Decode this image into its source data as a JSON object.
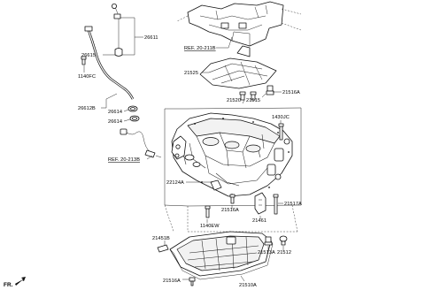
{
  "labels": {
    "l26611": "26611",
    "l26615": "26615",
    "l1140fc": "1140FC",
    "l26612b": "26612B",
    "l26614a": "26614",
    "l26614b": "26614",
    "ref2021b": "REF. 20-211B",
    "l21525": "21525",
    "l21520": "21520",
    "l21515": "21515",
    "l21516a_top": "21516A",
    "l1430jc": "1430JC",
    "ref2021l": "REF. 20-213B",
    "l22124a": "22124A",
    "l21516a_mid": "21516A",
    "l21461": "21461",
    "l1140ew": "1140EW",
    "l21517a": "21517A",
    "l21451b": "21451B",
    "l21513a": "21513A",
    "l21512": "21512",
    "l21516a_bot": "21516A",
    "l21510a": "21510A",
    "fr": "FR."
  }
}
